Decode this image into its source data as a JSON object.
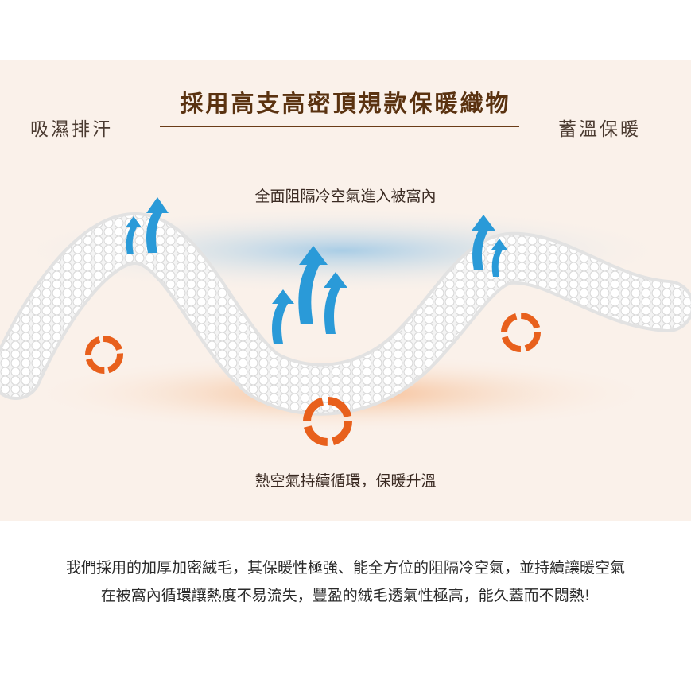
{
  "header": {
    "title": "採用高支高密頂規款保暖織物",
    "left_label": "吸濕排汗",
    "right_label": "蓄溫保暖"
  },
  "illustration": {
    "top_caption": "全面阻隔冷空氣進入被窩內",
    "bottom_caption": "熱空氣持續循環，保暖升溫",
    "arrow_color": "#2a9ad8",
    "cycle_color": "#e8601c"
  },
  "description": {
    "line1": "我們採用的加厚加密絨毛，其保暖性極強、能全方位的阻隔冷空氣，並持續讓暖空氣",
    "line2": "在被窩內循環讓熱度不易流失，豐盈的絨毛透氣性極高，能久蓋而不悶熱!"
  }
}
